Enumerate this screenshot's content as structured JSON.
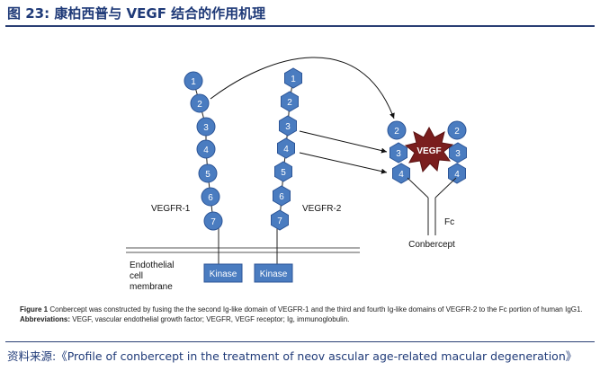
{
  "title": "图 23:  康柏西普与 VEGF 结合的作用机理",
  "diagram": {
    "vegfr1": {
      "label": "VEGFR-1",
      "domains": [
        "1",
        "2",
        "3",
        "4",
        "5",
        "6",
        "7"
      ],
      "kinase": "Kinase"
    },
    "vegfr2": {
      "label": "VEGFR-2",
      "domains": [
        "1",
        "2",
        "3",
        "4",
        "5",
        "6",
        "7"
      ],
      "kinase": "Kinase"
    },
    "membrane_label": [
      "Endothelial",
      "cell",
      "membrane"
    ],
    "conbercept": {
      "left_domains": [
        "2",
        "3",
        "4"
      ],
      "right_domains": [
        "2",
        "3",
        "4"
      ],
      "ligand": "VEGF",
      "fc_label": "Fc",
      "name": "Conbercept"
    },
    "colors": {
      "domain_fill": "#4a7cc0",
      "domain_stroke": "#2c5597",
      "vegf_fill": "#7a1e1e",
      "kinase_fill": "#4a7cc0"
    }
  },
  "caption": {
    "figure_label": "Figure 1",
    "figure_text": "Conbercept was constructed by fusing the the second Ig-like domain of VEGFR-1 and the third and fourth Ig-like domains of VEGFR-2 to the Fc portion of human IgG1.",
    "abbrev_label": "Abbreviations:",
    "abbrev_text": "VEGF, vascular endothelial growth factor; VEGFR, VEGF receptor; Ig, immunoglobulin."
  },
  "source": "资料来源:《Profile of conbercept in the treatment of neov ascular age-related macular degeneration》"
}
